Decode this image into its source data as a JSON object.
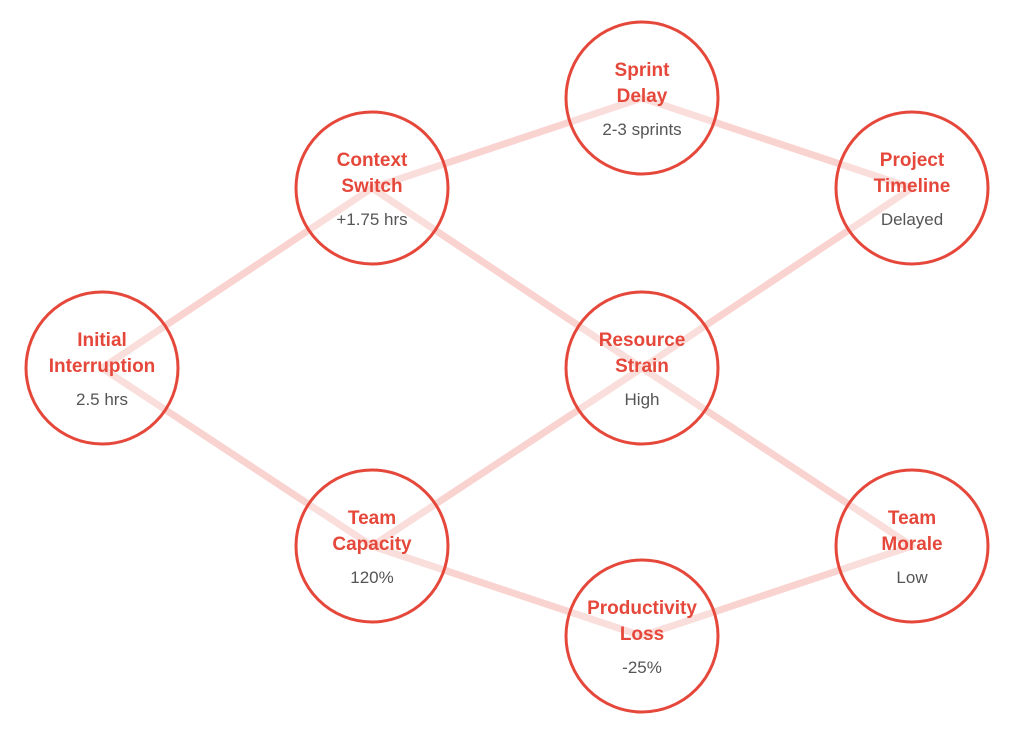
{
  "colors": {
    "accent": "#e5483b",
    "edge": "#f9d3d0",
    "value_text": "#555555",
    "background": "#ffffff"
  },
  "nodes": [
    {
      "id": "initial-interruption",
      "title_lines": [
        "Initial",
        "Interruption"
      ],
      "value": "2.5 hrs"
    },
    {
      "id": "context-switch",
      "title_lines": [
        "Context",
        "Switch"
      ],
      "value": "+1.75 hrs"
    },
    {
      "id": "team-capacity",
      "title_lines": [
        "Team",
        "Capacity"
      ],
      "value": "120%"
    },
    {
      "id": "sprint-delay",
      "title_lines": [
        "Sprint",
        "Delay"
      ],
      "value": "2-3 sprints"
    },
    {
      "id": "resource-strain",
      "title_lines": [
        "Resource",
        "Strain"
      ],
      "value": "High"
    },
    {
      "id": "productivity-loss",
      "title_lines": [
        "Productivity",
        "Loss"
      ],
      "value": "-25%"
    },
    {
      "id": "project-timeline",
      "title_lines": [
        "Project",
        "Timeline"
      ],
      "value": "Delayed"
    },
    {
      "id": "team-morale",
      "title_lines": [
        "Team",
        "Morale"
      ],
      "value": "Low"
    }
  ],
  "edges": [
    {
      "from": "initial-interruption",
      "to": "context-switch"
    },
    {
      "from": "initial-interruption",
      "to": "team-capacity"
    },
    {
      "from": "context-switch",
      "to": "sprint-delay"
    },
    {
      "from": "context-switch",
      "to": "resource-strain"
    },
    {
      "from": "team-capacity",
      "to": "resource-strain"
    },
    {
      "from": "team-capacity",
      "to": "productivity-loss"
    },
    {
      "from": "sprint-delay",
      "to": "project-timeline"
    },
    {
      "from": "resource-strain",
      "to": "project-timeline"
    },
    {
      "from": "resource-strain",
      "to": "team-morale"
    },
    {
      "from": "productivity-loss",
      "to": "team-morale"
    }
  ]
}
